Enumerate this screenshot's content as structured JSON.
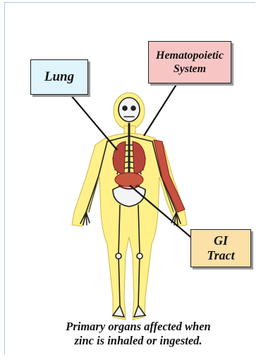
{
  "labels": {
    "lung": "Lung",
    "hematopoietic_line1": "Hematopoietic",
    "hematopoietic_line2": "System",
    "gi_line1": "GI",
    "gi_line2": "Tract"
  },
  "caption": {
    "line1": "Primary organs affected when",
    "line2": "zinc is inhaled or ingested."
  },
  "colors": {
    "lung_box": "#dff4fb",
    "hematopoietic_box": "#f7c6c4",
    "gi_box": "#fbe0a8",
    "body_fill": "#fff08a",
    "organ_fill": "#b5443b"
  },
  "icons": [
    "human-skeleton-figure",
    "lungs-icon",
    "blood-vessels-arm-icon",
    "intestines-icon"
  ]
}
